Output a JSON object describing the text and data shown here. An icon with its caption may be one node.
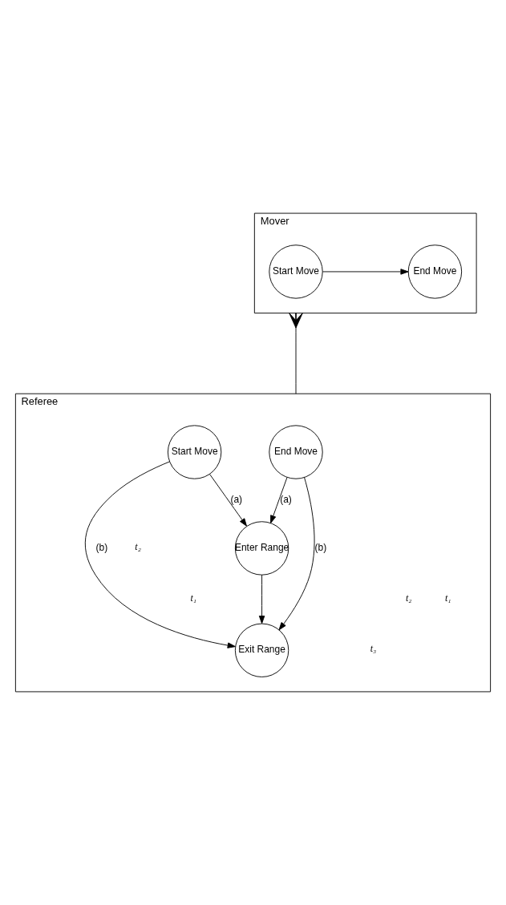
{
  "diagram": {
    "nodes": [
      {
        "text": [
          "Mover"
        ]
      },
      {
        "text": [
          "Start Move"
        ],
        "in": 0
      },
      {
        "text": [
          "End Move"
        ],
        "in": 0
      },
      {
        "text": [
          "Referee"
        ]
      },
      {
        "text": [
          "End Move"
        ],
        "in": 3
      },
      {
        "text": [
          "Start Move"
        ],
        "in": 3
      },
      {
        "text": [
          "Enter Range"
        ],
        "in": 3
      },
      {
        "text": [
          "Exit Range"
        ],
        "in": 3
      }
    ],
    "edges": [
      {
        "from": 1,
        "to": 2,
        "arrow": "to"
      },
      {
        "from": 0,
        "to": 3,
        "arrow": "other"
      },
      {
        "from": 4,
        "to": 6,
        "arrow": "to",
        "label": "(a)"
      },
      {
        "from": 5,
        "to": 6,
        "arrow": "to",
        "label": "(a)"
      },
      {
        "from": 4,
        "to": 7,
        "arrow": "to",
        "label": "(b)"
      },
      {
        "from": 5,
        "to": 7,
        "arrow": "to",
        "label": "(b)"
      },
      {
        "from": 6,
        "to": 7,
        "arrow": "to"
      }
    ],
    "labels": [
      "t₂",
      "t₁",
      "t₁",
      "t₂",
      "t₃"
    ]
  }
}
